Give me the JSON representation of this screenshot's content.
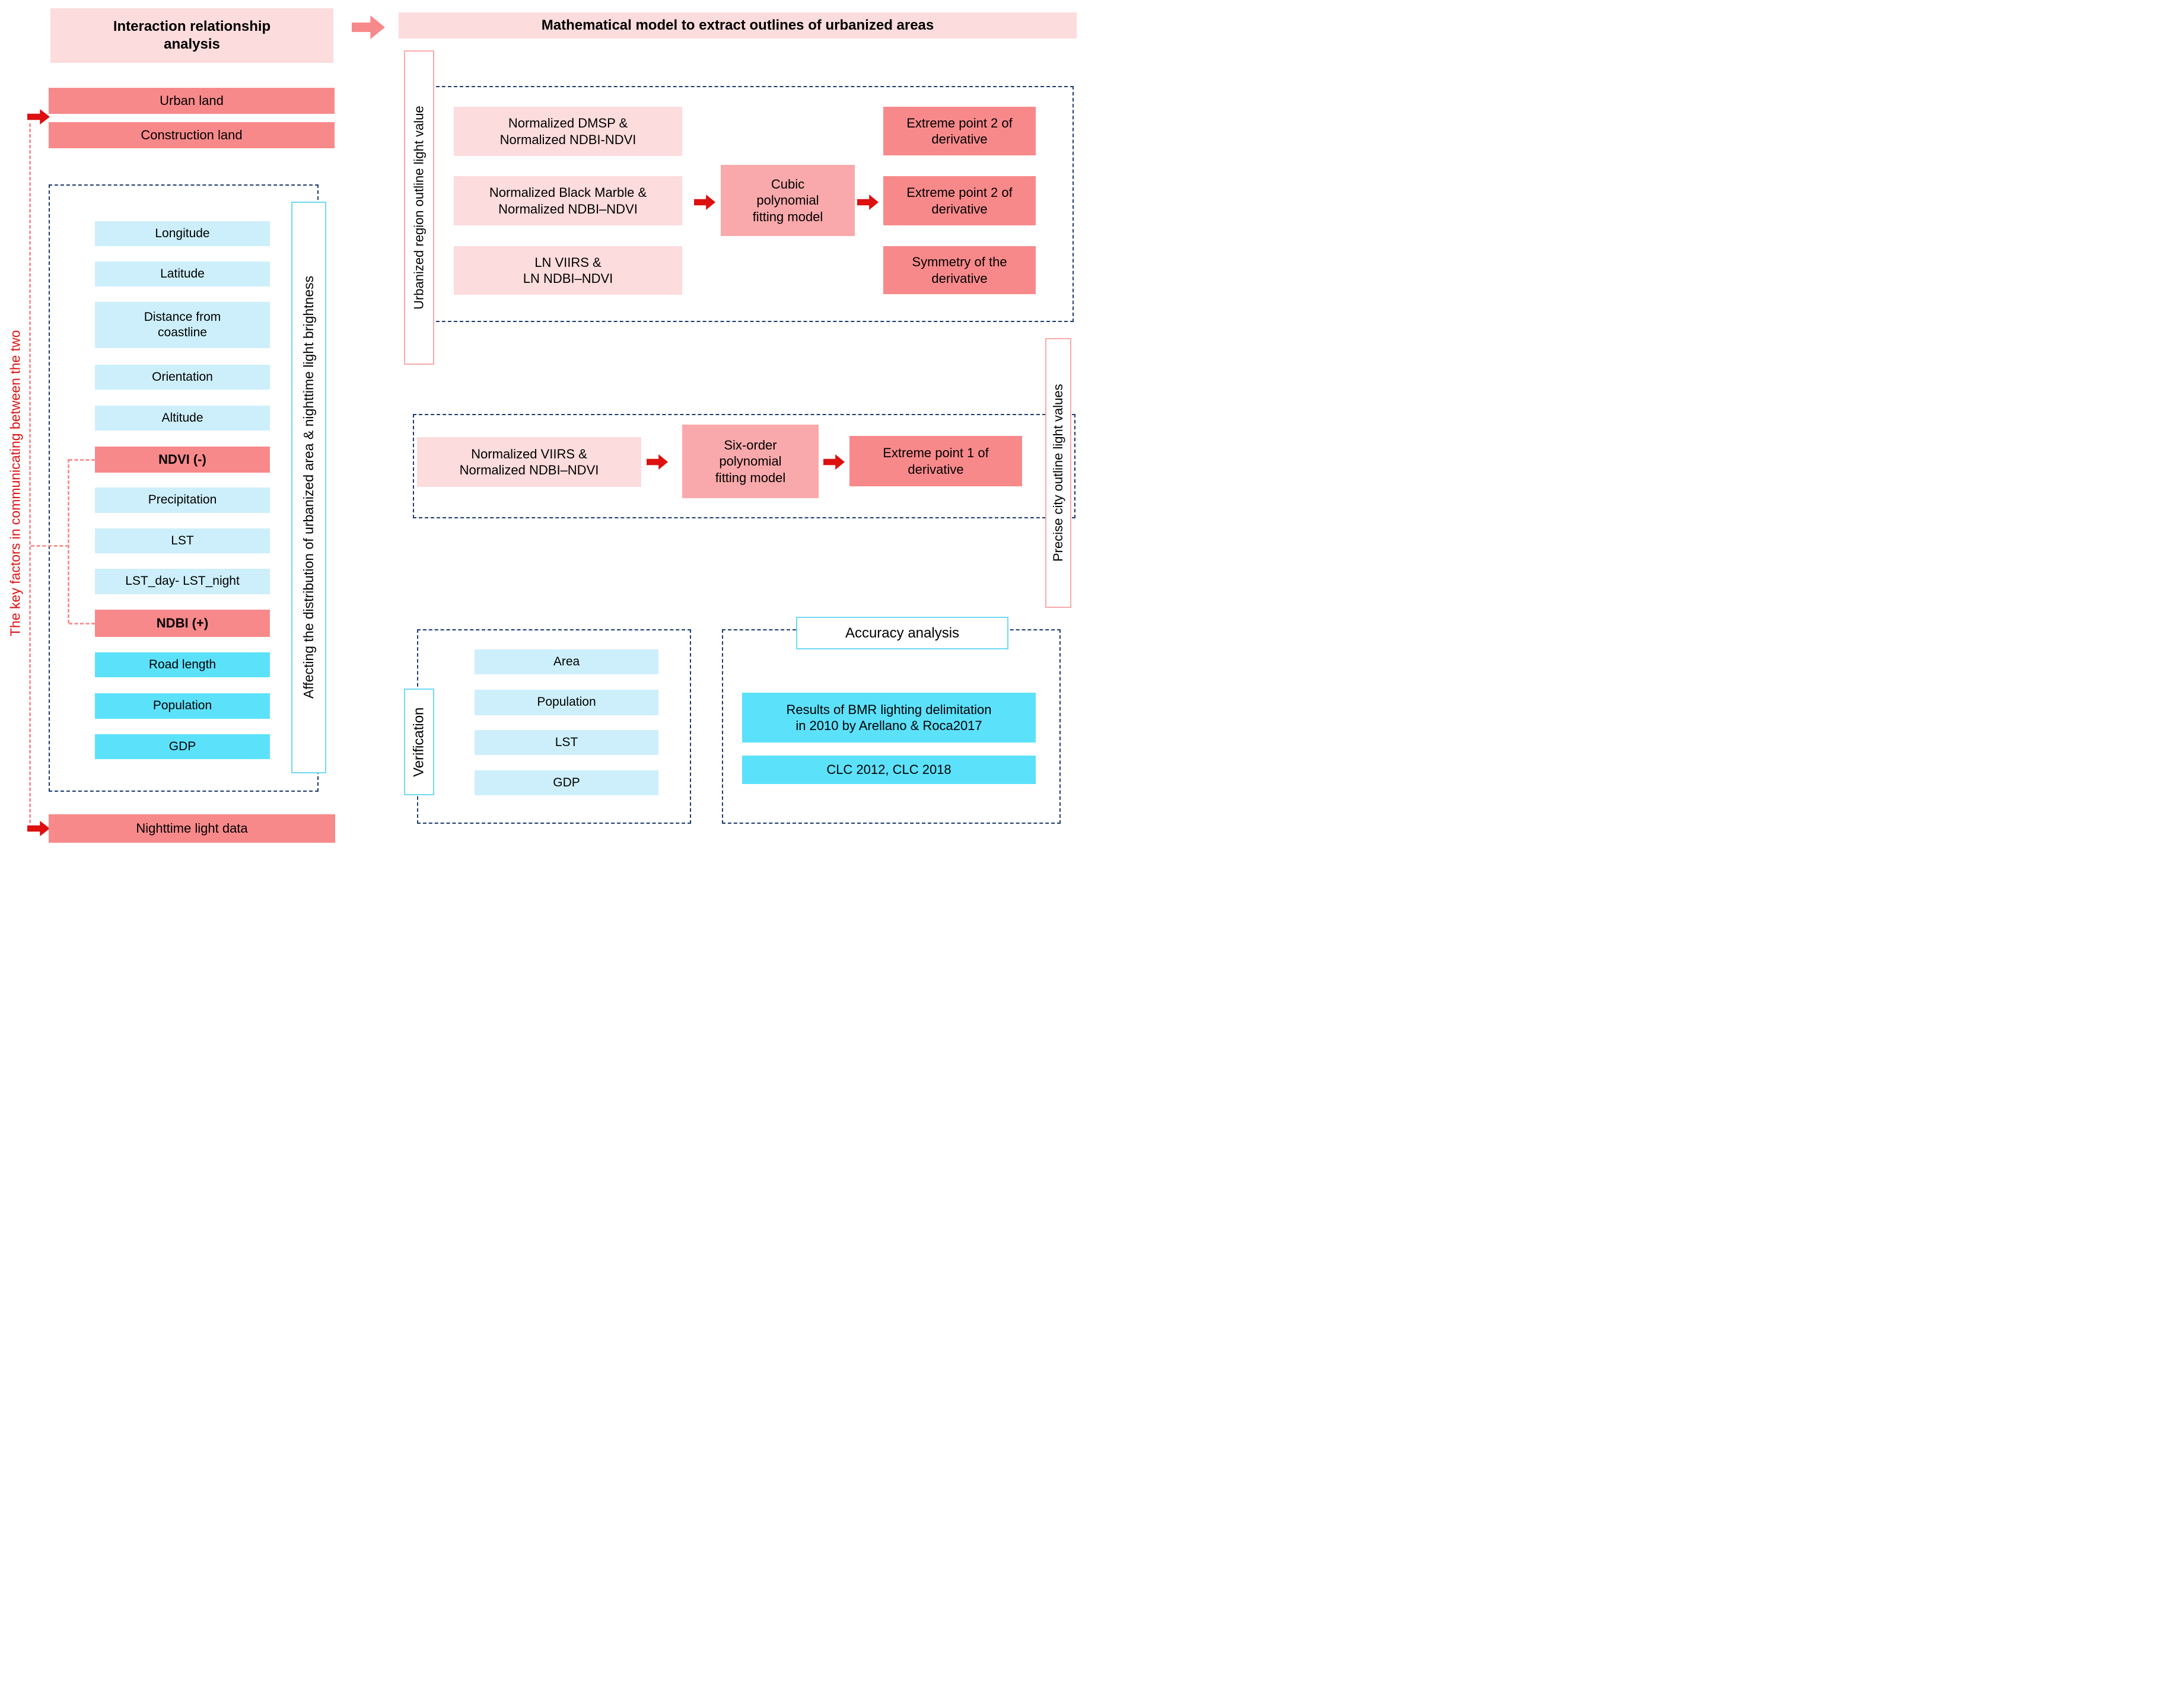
{
  "colors": {
    "pale_pink": "#fcdcdd",
    "salmon": "#f8898b",
    "salmon_light": "#f9a9ab",
    "light_blue": "#cdeffb",
    "cyan": "#5ce1fb",
    "arrow_red": "#dd0f0f",
    "dashed_navy": "#1d3a6e",
    "red_text": "#e01212",
    "dashed_pink": "#f59597"
  },
  "left": {
    "header": "Interaction relationship\nanalysis",
    "urban_land": "Urban land",
    "construction_land": "Construction land",
    "factors": [
      {
        "label": "Longitude"
      },
      {
        "label": "Latitude"
      },
      {
        "label": "Distance from\ncoastline"
      },
      {
        "label": "Orientation"
      },
      {
        "label": "Altitude"
      },
      {
        "label": "NDVI (-)"
      },
      {
        "label": "Precipitation"
      },
      {
        "label": "LST"
      },
      {
        "label": "LST_day- LST_night"
      },
      {
        "label": "NDBI (+)"
      },
      {
        "label": "Road length"
      },
      {
        "label": "Population"
      },
      {
        "label": "GDP"
      }
    ],
    "affecting_label": "Affecting the distribution of urbanized area & nighttime light brightness",
    "key_factors_label": "The key factors in communicating between the two",
    "nighttime_light": "Nighttime light data"
  },
  "right": {
    "header": "Mathematical model to extract outlines of urbanized areas",
    "urbanized_label": "Urbanized region outline light value",
    "stage1": {
      "inputs": [
        "Normalized DMSP &\nNormalized NDBI-NDVI",
        "Normalized Black Marble &\nNormalized NDBI–NDVI",
        "LN VIIRS &\nLN NDBI–NDVI"
      ],
      "model": "Cubic\npolynomial\nfitting model",
      "outputs": [
        "Extreme point 2 of\nderivative",
        "Extreme point 2 of\nderivative",
        "Symmetry of the\nderivative"
      ]
    },
    "stage2": {
      "input": "Normalized VIIRS &\nNormalized NDBI–NDVI",
      "model": "Six-order\npolynomial\nfitting model",
      "output": "Extreme point 1 of\nderivative"
    },
    "precise_label": "Precise city outline light values",
    "verification": {
      "label": "Verification",
      "items": [
        {
          "label": "Area"
        },
        {
          "label": "Population"
        },
        {
          "label": "LST"
        },
        {
          "label": "GDP"
        }
      ]
    },
    "accuracy": {
      "label": "Accuracy analysis",
      "items": [
        {
          "label": "Results of BMR lighting delimitation\nin 2010 by Arellano & Roca2017"
        },
        {
          "label": "CLC 2012, CLC 2018"
        }
      ]
    }
  }
}
